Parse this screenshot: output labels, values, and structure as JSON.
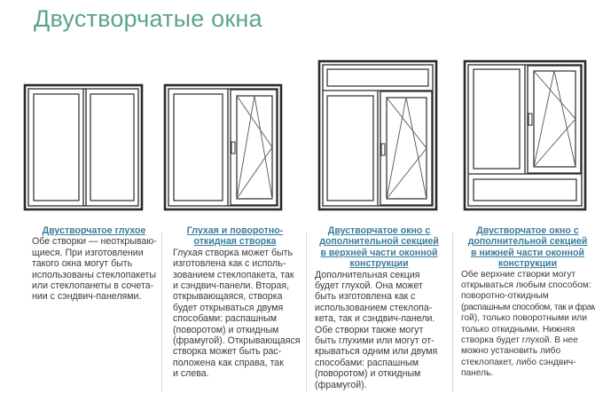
{
  "title": "Двустворчатые окна",
  "captions": [
    {
      "heading": [
        "Двустворчатое глухое"
      ],
      "body": [
        "Обе створки — неоткрываю-",
        "щиеся. При изготовлении",
        "такого окна могут быть",
        "использованы стеклопакеты",
        "или стеклопанеты в сочета-",
        "нии с сэндвич-панелями."
      ]
    },
    {
      "heading": [
        "Глухая и поворотно-",
        "откидная створка"
      ],
      "body": [
        "Глухая створка может быть",
        "изготовлена как с исполь-",
        "зованием стеклопакета, так",
        "и сэндвич-панели. Вторая,",
        "открывающаяся, створка",
        "будет открываться двумя",
        "способами: распашным",
        "(поворотом) и откидным",
        "(фрамугой). Открывающаяся",
        "створка может быть рас-",
        "положена  как справа, так",
        "и слева."
      ]
    },
    {
      "heading": [
        "Двустворчатое окно с",
        "дополнительной секцией",
        "в верхней части оконной",
        "конструкции"
      ],
      "body": [
        "Дополнительная секция",
        "будет глухой. Она может",
        "быть изготовлена как с",
        "использованием стеклопа-",
        "кета, так и сэндвич-панели.",
        "Обе створки также могут",
        "быть глухими или могут от-",
        "крываться одним или двумя",
        "способами: распашным",
        "(поворотом) и откидным",
        "(фрамугой)."
      ]
    },
    {
      "heading": [
        "Двустворчатое окно с",
        "дополнительной секцией",
        "в нижней части оконной",
        "конструкции"
      ],
      "body": [
        "Обе верхние створки могут",
        "открываться любым способом:",
        "поворотно-откидным",
        "(распашным способом, так и фраму-",
        "гой), только поворотными или",
        "только откидными. Нижняя",
        "створка будет глухой. В нее",
        "можно установить либо",
        "стеклопакет, либо сэндвич-",
        "панель."
      ]
    }
  ],
  "colors": {
    "title": "#5aa48c",
    "heading": "#3a7d9c"
  }
}
